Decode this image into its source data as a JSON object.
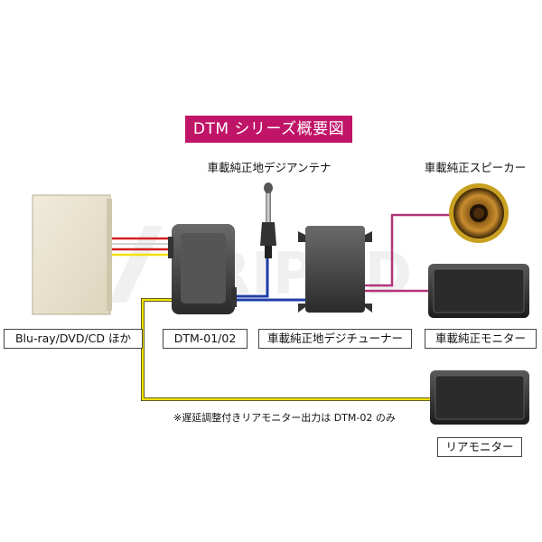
{
  "title": "DTM シリーズ概要図",
  "watermark": "TRIPOD",
  "labels": {
    "antenna": "車載純正地デジアンテナ",
    "speaker": "車載純正スピーカー",
    "source": "Blu-ray/DVD/CD ほか",
    "dtm": "DTM-01/02",
    "tuner": "車載純正地デジチューナー",
    "front_monitor": "車載純正モニター",
    "rear_monitor": "リアモニター"
  },
  "note": "※遅延調整付きリアモニター出力は DTM-02 のみ",
  "colors": {
    "title_bg": "#c01468",
    "wire_yellow": "#f1e100",
    "wire_blue": "#1f3da8",
    "wire_magenta": "#b0357a",
    "wire_red": "#d22020"
  }
}
